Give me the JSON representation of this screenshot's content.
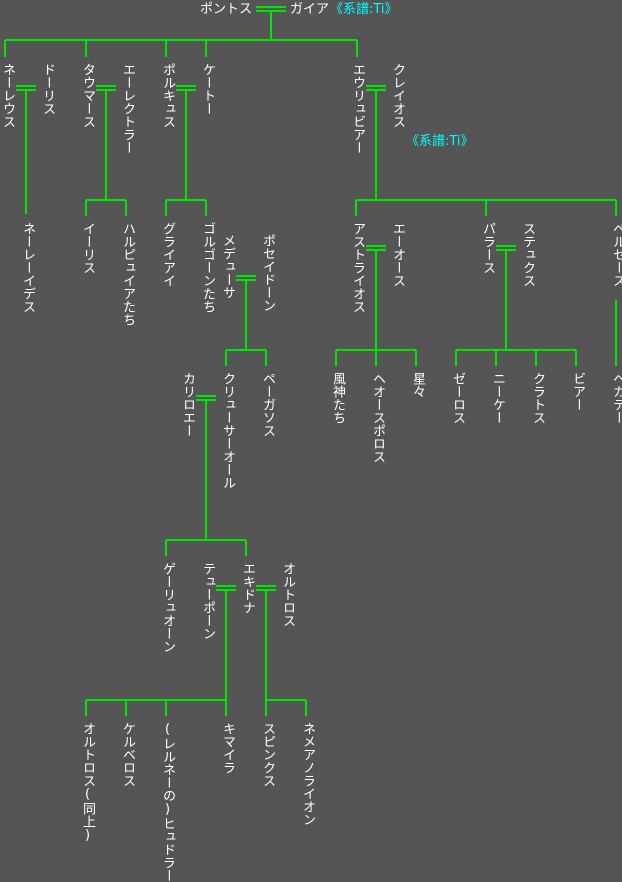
{
  "colors": {
    "background": "#555555",
    "line": "#00e600",
    "text": "#ffffff",
    "link": "#00ffff"
  },
  "top": {
    "left": "ポントス",
    "right": "ガイア",
    "link": "《系譜:Ti》"
  },
  "kleios_link": "《系譜:Ti》",
  "names": {
    "nereus": "ネーレウス",
    "doris": "ドーリス",
    "thaumas": "タウマース",
    "elektra": "エーレクトラー",
    "phorkys": "ポルキュス",
    "keto": "ケートー",
    "eurybia": "エウリュビアー",
    "kleios": "クレイオス",
    "nereides": "ネーレーイデス",
    "iris": "イーリス",
    "harpyiai": "ハルピュイアたち",
    "graiai": "グライアイ",
    "gorgones": "ゴルゴーンたち",
    "medusa": "メデューサ",
    "poseidon": "ポセイドーン",
    "chrysaor": "クリューサーオール",
    "pegasos": "ペーガソス",
    "kallirhoe": "カリロエー",
    "geryoneus": "ゲーリュオーン",
    "typhon": "テューポーン",
    "echidna": "エキドナ",
    "orthros": "オルトロス",
    "orthros_same": "オルトロス(同上)",
    "kerberos": "ケルベロス",
    "hydra": "(レルネーの)ヒュドラー",
    "chimaira": "キマイラ",
    "sphinx": "スピンクス",
    "nemean_lion": "ネメアノライオン",
    "astraios": "アストライオス",
    "eos": "エーオース",
    "pallas": "パラース",
    "styx": "ステュクス",
    "perses": "ペルセース",
    "winds": "風神たち",
    "heosphoros": "ヘオースポロス",
    "stars": "星々",
    "zelos": "ゼーロス",
    "nike": "ニーケー",
    "kratos": "クラトス",
    "bia": "ビアー",
    "hekate": "ヘカテー"
  }
}
